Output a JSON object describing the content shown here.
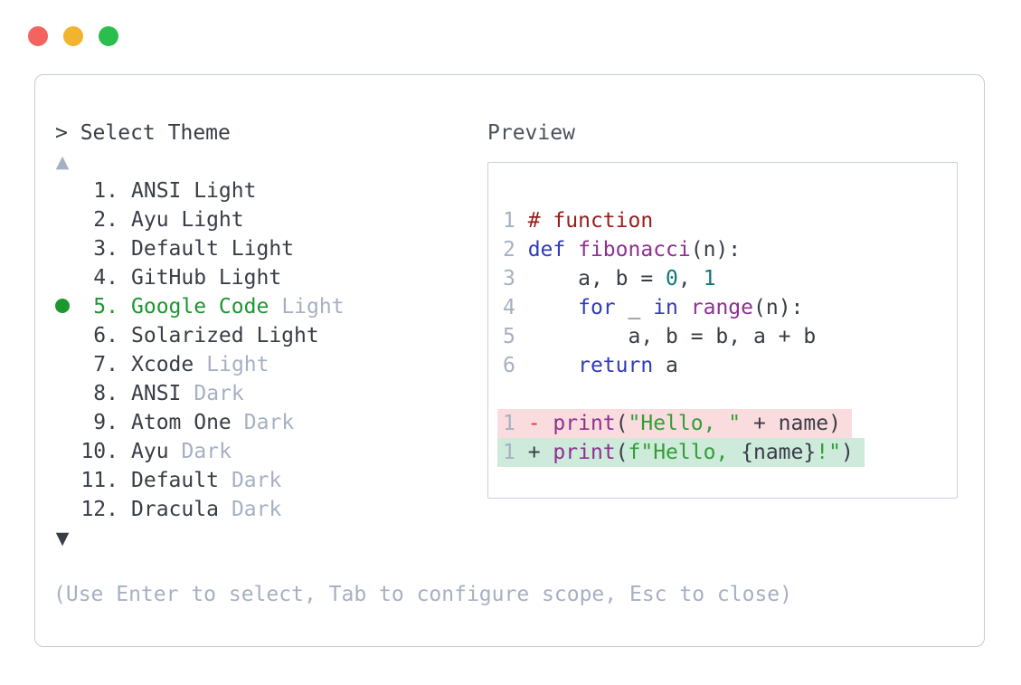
{
  "window": {
    "controls": [
      {
        "name": "close",
        "color_key": "dot_red"
      },
      {
        "name": "minimize",
        "color_key": "dot_yellow"
      },
      {
        "name": "zoom",
        "color_key": "dot_green"
      }
    ]
  },
  "theme_selector": {
    "prompt": "> Select Theme",
    "scroll_up_indicator": "▲",
    "scroll_down_indicator": "▼",
    "items": [
      {
        "number": "1.",
        "name": "ANSI Light",
        "suffix": "",
        "selected": false
      },
      {
        "number": "2.",
        "name": "Ayu Light",
        "suffix": "",
        "selected": false
      },
      {
        "number": "3.",
        "name": "Default Light",
        "suffix": "",
        "selected": false
      },
      {
        "number": "4.",
        "name": "GitHub Light",
        "suffix": "",
        "selected": false
      },
      {
        "number": "5.",
        "name": "Google Code",
        "suffix": "Light",
        "selected": true
      },
      {
        "number": "6.",
        "name": "Solarized Light",
        "suffix": "",
        "selected": false
      },
      {
        "number": "7.",
        "name": "Xcode",
        "suffix": "Light",
        "selected": false
      },
      {
        "number": "8.",
        "name": "ANSI",
        "suffix": "Dark",
        "selected": false
      },
      {
        "number": "9.",
        "name": "Atom One",
        "suffix": "Dark",
        "selected": false
      },
      {
        "number": "10.",
        "name": "Ayu",
        "suffix": "Dark",
        "selected": false
      },
      {
        "number": "11.",
        "name": "Default",
        "suffix": "Dark",
        "selected": false
      },
      {
        "number": "12.",
        "name": "Dracula",
        "suffix": "Dark",
        "selected": false
      }
    ],
    "help_text": "(Use Enter to select, Tab to configure scope, Esc to close)"
  },
  "preview": {
    "title": "Preview",
    "code_lines": [
      {
        "num": "1",
        "segments": [
          [
            "comment",
            "# function"
          ]
        ]
      },
      {
        "num": "2",
        "segments": [
          [
            "keyword",
            "def"
          ],
          [
            "plain",
            " "
          ],
          [
            "function",
            "fibonacci"
          ],
          [
            "plain",
            "(n):"
          ]
        ]
      },
      {
        "num": "3",
        "segments": [
          [
            "plain",
            "    a, b = "
          ],
          [
            "number",
            "0"
          ],
          [
            "plain",
            ", "
          ],
          [
            "number",
            "1"
          ]
        ]
      },
      {
        "num": "4",
        "segments": [
          [
            "plain",
            "    "
          ],
          [
            "keyword",
            "for"
          ],
          [
            "plain",
            " _ "
          ],
          [
            "keyword",
            "in"
          ],
          [
            "plain",
            " "
          ],
          [
            "function",
            "range"
          ],
          [
            "plain",
            "(n):"
          ]
        ]
      },
      {
        "num": "5",
        "segments": [
          [
            "plain",
            "        a, b = b, a + b"
          ]
        ]
      },
      {
        "num": "6",
        "segments": [
          [
            "plain",
            "    "
          ],
          [
            "keyword",
            "return"
          ],
          [
            "plain",
            " a"
          ]
        ]
      }
    ],
    "diff_lines": [
      {
        "num": "1",
        "kind": "removed",
        "sign": "-",
        "segments": [
          [
            "function",
            "print"
          ],
          [
            "plain",
            "("
          ],
          [
            "string",
            "\"Hello, \""
          ],
          [
            "plain",
            " + name)"
          ]
        ]
      },
      {
        "num": "1",
        "kind": "added",
        "sign": "+",
        "segments": [
          [
            "function",
            "print"
          ],
          [
            "plain",
            "("
          ],
          [
            "string",
            "f\"Hello, "
          ],
          [
            "plain",
            "{name}"
          ],
          [
            "string",
            "!\""
          ],
          [
            "plain",
            ")"
          ]
        ]
      }
    ]
  },
  "colors": {
    "text": "#383d46",
    "label": "#4b515b",
    "muted": "#a6b0c3",
    "accent_green": "#1b9730",
    "panel_border": "#c6ccd6",
    "box_border": "#ccd2dc",
    "comment": "#97211c",
    "keyword": "#2e3cb8",
    "function": "#8d3190",
    "number": "#0e7878",
    "string": "#319f36",
    "removed_bg": "#fadcdf",
    "removed_sign": "#cf3f42",
    "added_bg": "#cdeadb",
    "dot_red": "#f4635e",
    "dot_yellow": "#f2b42f",
    "dot_green": "#2cbe4c"
  }
}
